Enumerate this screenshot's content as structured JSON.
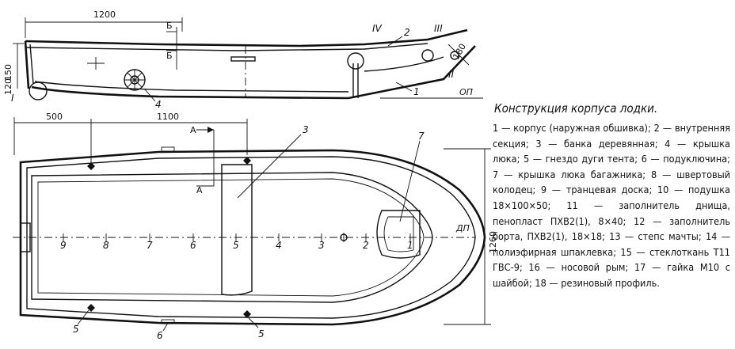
{
  "side_view": {
    "dim_top": "1200",
    "dim_left_a": "150",
    "dim_left_b": "120",
    "dim_transom": "180",
    "section_mark_top": "Б",
    "section_mark_bottom": "Б",
    "label_I": "I",
    "label_II": "II",
    "label_III": "III",
    "label_IV": "IV",
    "label_1": "1",
    "label_2": "2",
    "label_4": "4",
    "baseline_label": "ОП"
  },
  "plan_view": {
    "dim_500": "500",
    "dim_1100": "1100",
    "dim_width": "1260",
    "section_mark_top": "А",
    "section_mark_bottom": "А",
    "bow_label": "ДП",
    "label_3": "3",
    "label_7": "7",
    "label_5a": "5",
    "label_5b": "5",
    "label_6": "6",
    "frames": [
      "9",
      "8",
      "7",
      "6",
      "5",
      "4",
      "3",
      "2",
      "1"
    ]
  },
  "caption": {
    "title": "Конструкция корпуса лодки.",
    "body": "1 — корпус (наружная обшивка); 2 — внутренняя секция; 3 — банка деревянная; 4 — крышка люка; 5 — гнездо дуги тента; 6 — подуключина; 7 — крышка люка багажника; 8 — швертовый колодец; 9 — транцевая доска; 10 — подушка 18×100×50; 11 — заполнитель днища, пенопласт ПХВ2(1), 8×40; 12 — заполнитель борта, ПХВ2(1), 18×18; 13 — степс мачты; 14 — полиэфирная шпаклевка; 15 — стеклоткань Т11 ГВС-9; 16 — носовой рым; 17 — гайка М10 с шайбой; 18 — резиновый профиль."
  },
  "colors": {
    "ink": "#111111",
    "paper": "#ffffff"
  }
}
